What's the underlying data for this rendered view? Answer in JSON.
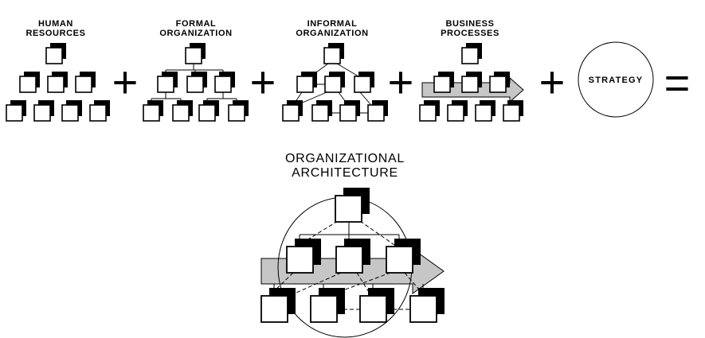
{
  "equation": {
    "terms": [
      {
        "id": "human-resources",
        "line1": "HUMAN",
        "line2": "RESOURCES",
        "units_per_row": [
          1,
          3,
          4
        ]
      },
      {
        "id": "formal-organization",
        "line1": "FORMAL",
        "line2": "ORGANIZATION",
        "units_per_row": [
          1,
          3,
          4
        ]
      },
      {
        "id": "informal-organization",
        "line1": "INFORMAL",
        "line2": "ORGANIZATION",
        "units_per_row": [
          1,
          3,
          4
        ]
      },
      {
        "id": "business-processes",
        "line1": "BUSINESS",
        "line2": "PROCESSES",
        "units_per_row": [
          1,
          3,
          4
        ]
      },
      {
        "id": "strategy",
        "label": "STRATEGY"
      }
    ],
    "operators": {
      "plus": "+",
      "equals": "="
    },
    "result": {
      "line1": "ORGANIZATIONAL",
      "line2": "ARCHITECTURE",
      "units_per_row": [
        1,
        3,
        4
      ]
    }
  },
  "colors": {
    "background": "#ffffff",
    "line": "#000000",
    "box_fill": "#ffffff",
    "box_shadow": "#000000",
    "process_arrow_fill": "#c6c6c6"
  }
}
